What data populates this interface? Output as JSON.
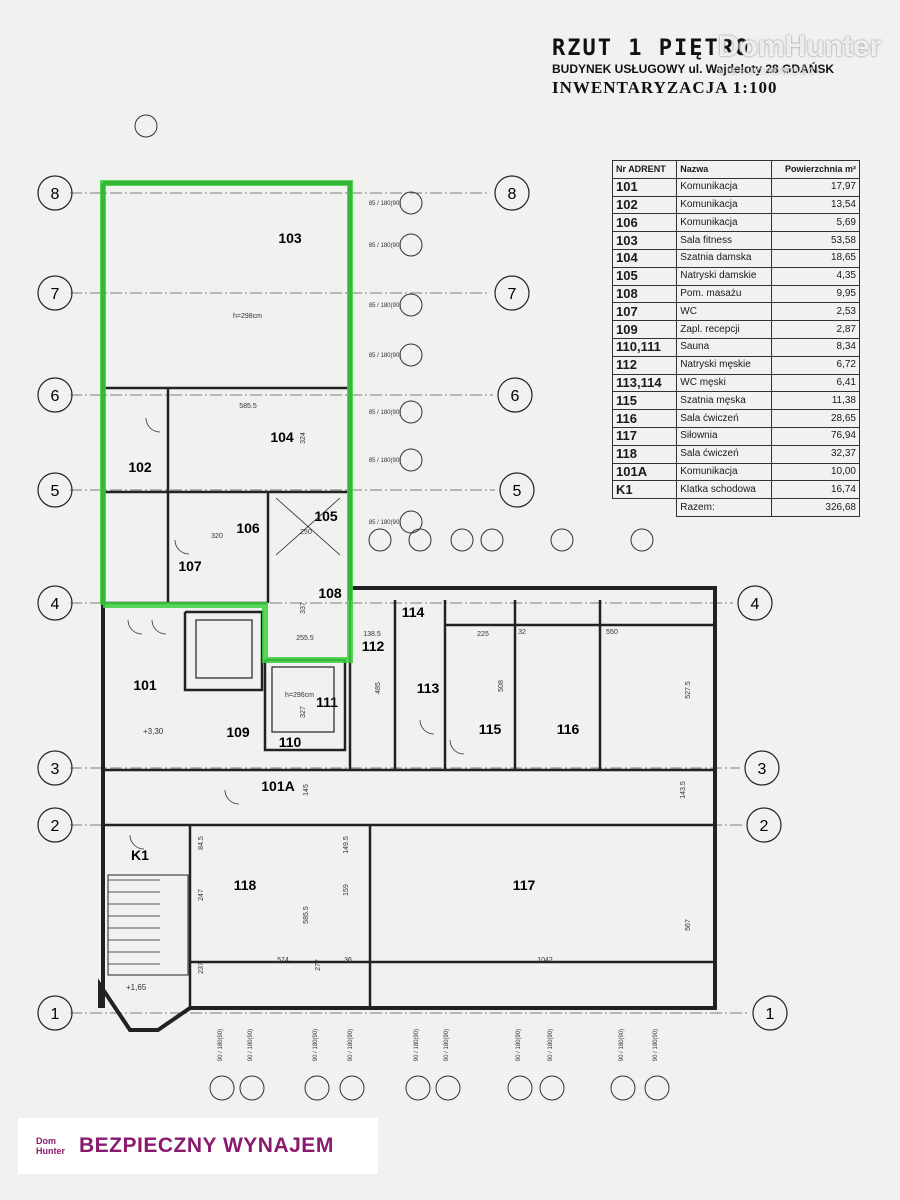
{
  "header": {
    "title": "RZUT 1 PIĘTRO",
    "address": "BUDYNEK USŁUGOWY ul. Wajdeloty 28 GDAŃSK",
    "subtitle": "INWENTARYZACJA 1:100"
  },
  "watermark": {
    "brand": "DomHunter",
    "tagline": "NIERUCHOMOŚCI"
  },
  "area_table": {
    "headers": [
      "Nr",
      "ADRENT",
      "Nazwa",
      "Powierzchnia m²"
    ],
    "rows": [
      {
        "id": "101",
        "name": "Komunikacja",
        "area": "17,97"
      },
      {
        "id": "102",
        "name": "Komunikacja",
        "area": "13,54"
      },
      {
        "id": "106",
        "name": "Komunikacja",
        "area": "5,69"
      },
      {
        "id": "103",
        "name": "Sala fitness",
        "area": "53,58"
      },
      {
        "id": "104",
        "name": "Szatnia damska",
        "area": "18,65"
      },
      {
        "id": "105",
        "name": "Natryski damskie",
        "area": "4,35"
      },
      {
        "id": "108",
        "name": "Pom. masażu",
        "area": "9,95"
      },
      {
        "id": "107",
        "name": "WC",
        "area": "2,53"
      },
      {
        "id": "109",
        "name": "Zapl. recepcji",
        "area": "2,87"
      },
      {
        "id": "110,111",
        "name": "Sauna",
        "area": "8,34"
      },
      {
        "id": "112",
        "name": "Natryski męskie",
        "area": "6,72"
      },
      {
        "id": "113,114",
        "name": "WC męski",
        "area": "6,41"
      },
      {
        "id": "115",
        "name": "Szatnia męska",
        "area": "11,38"
      },
      {
        "id": "116",
        "name": "Sala ćwiczeń",
        "area": "28,65"
      },
      {
        "id": "117",
        "name": "Siłownia",
        "area": "76,94"
      },
      {
        "id": "118",
        "name": "Sala ćwiczeń",
        "area": "32,37"
      },
      {
        "id": "101A",
        "name": "Komunikacja",
        "area": "10,00"
      },
      {
        "id": "K1",
        "name": "Klatka schodowa",
        "area": "16,74"
      }
    ],
    "total_label": "Razem:",
    "total": "326,68"
  },
  "grid_lines": [
    {
      "label": "8",
      "side": "both"
    },
    {
      "label": "7",
      "side": "both"
    },
    {
      "label": "6",
      "side": "both"
    },
    {
      "label": "5",
      "side": "both"
    },
    {
      "label": "4",
      "side": "both"
    },
    {
      "label": "3",
      "side": "both"
    },
    {
      "label": "2",
      "side": "both"
    },
    {
      "label": "1",
      "side": "both"
    }
  ],
  "rooms": [
    "103",
    "104",
    "102",
    "106",
    "105",
    "107",
    "108",
    "114",
    "112",
    "101",
    "113",
    "115",
    "116",
    "109",
    "110",
    "111",
    "101A",
    "K1",
    "118",
    "117"
  ],
  "dimensions": [
    "585.5",
    "324",
    "255.5",
    "337",
    "485",
    "327",
    "225",
    "550",
    "508",
    "527.5",
    "143.5",
    "149.5",
    "574",
    "1042",
    "567",
    "585.5",
    "159",
    "277",
    "237",
    "247",
    "84.5",
    "145",
    "320",
    "250",
    "138.5",
    "36",
    "32"
  ],
  "window_label": "85 / 180(90)",
  "window_label_bottom": "90 / 180(90)",
  "height_labels": [
    "h=298cm",
    "h=296cm"
  ],
  "level_marks": [
    "+3,30",
    "+1,65"
  ],
  "accent_color": "#3bd13b",
  "banner": {
    "logo_top": "Dom",
    "logo_bottom": "Hunter",
    "text": "BEZPIECZNY WYNAJEM",
    "color": "#8a1a6e"
  }
}
